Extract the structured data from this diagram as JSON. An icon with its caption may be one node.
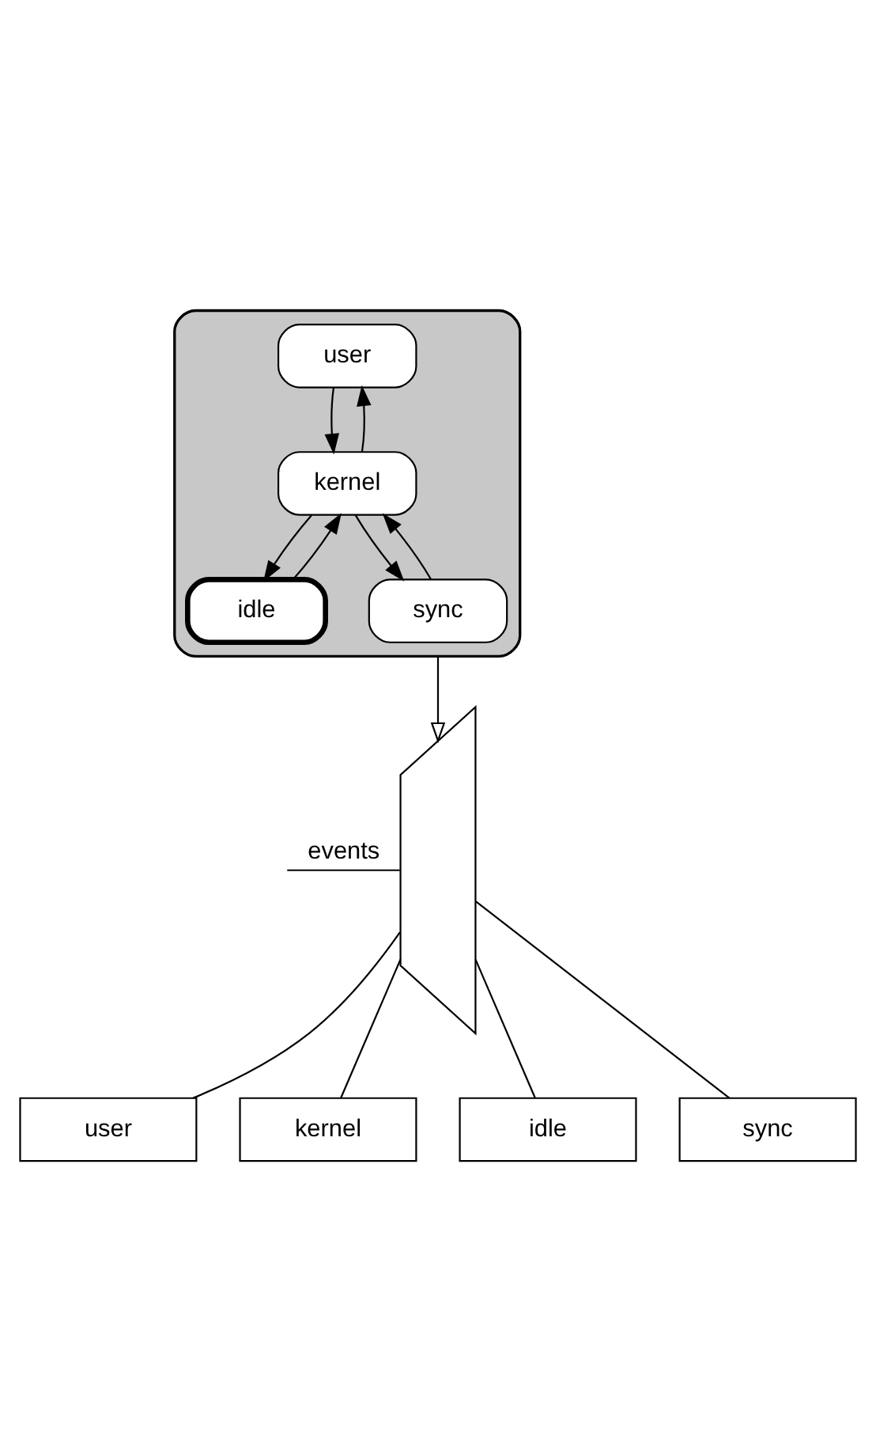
{
  "diagram": {
    "nodes": [
      {
        "text": [],
        "shape": "box"
      },
      {
        "text": [
          "user"
        ],
        "in": 0
      },
      {
        "text": [
          "kernel"
        ],
        "in": 0
      },
      {
        "text": [
          "idle"
        ],
        "in": 0
      },
      {
        "text": [
          "sync"
        ],
        "in": 0
      },
      {
        "text": [],
        "shape": "trapezoid"
      },
      {
        "text": [
          "user"
        ]
      },
      {
        "text": [
          "kernel"
        ]
      },
      {
        "text": [
          "idle"
        ]
      },
      {
        "text": [
          "sync"
        ]
      }
    ],
    "edges": [
      {
        "from": 1,
        "to": 2,
        "arrow": "to"
      },
      {
        "from": 2,
        "to": 1,
        "arrow": "to"
      },
      {
        "from": 2,
        "to": 3,
        "arrow": "to"
      },
      {
        "from": 3,
        "to": 2,
        "arrow": "to"
      },
      {
        "from": 2,
        "to": 4,
        "arrow": "to"
      },
      {
        "from": 4,
        "to": 2,
        "arrow": "to"
      },
      {
        "from": 0,
        "to": 5,
        "arrow": "to"
      },
      {
        "from": null,
        "to": 5,
        "arrow": "none",
        "label": "events"
      },
      {
        "from": 5,
        "to": 6,
        "arrow": "none"
      },
      {
        "from": 5,
        "to": 7,
        "arrow": "none"
      },
      {
        "from": 5,
        "to": 8,
        "arrow": "none"
      },
      {
        "from": 5,
        "to": 9,
        "arrow": "none"
      }
    ]
  }
}
